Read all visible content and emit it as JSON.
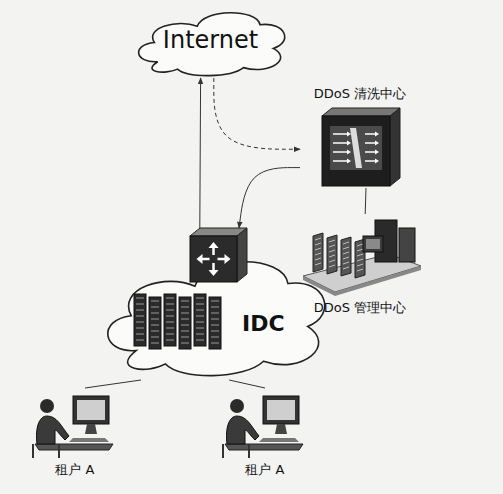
{
  "diagram": {
    "nodes": [
      {
        "text": [
          "Internet"
        ]
      },
      {
        "text": [
          "DDoS 清洗中心"
        ]
      },
      {
        "text": [
          "DDoS 管理中心"
        ]
      },
      {
        "text": [
          "IDC"
        ]
      },
      {
        "text": [
          "租户 A"
        ]
      },
      {
        "text": [
          "租户 A"
        ]
      }
    ],
    "edges": [
      {
        "from": 0,
        "to": 1,
        "arrow": "to"
      },
      {
        "from": 1,
        "to": 3,
        "arrow": "to"
      },
      {
        "from": 3,
        "to": 0,
        "arrow": "to"
      },
      {
        "from": 1,
        "to": 2,
        "arrow": "none"
      },
      {
        "from": 3,
        "to": 4,
        "arrow": "none"
      },
      {
        "from": 3,
        "to": 5,
        "arrow": "none"
      }
    ]
  }
}
